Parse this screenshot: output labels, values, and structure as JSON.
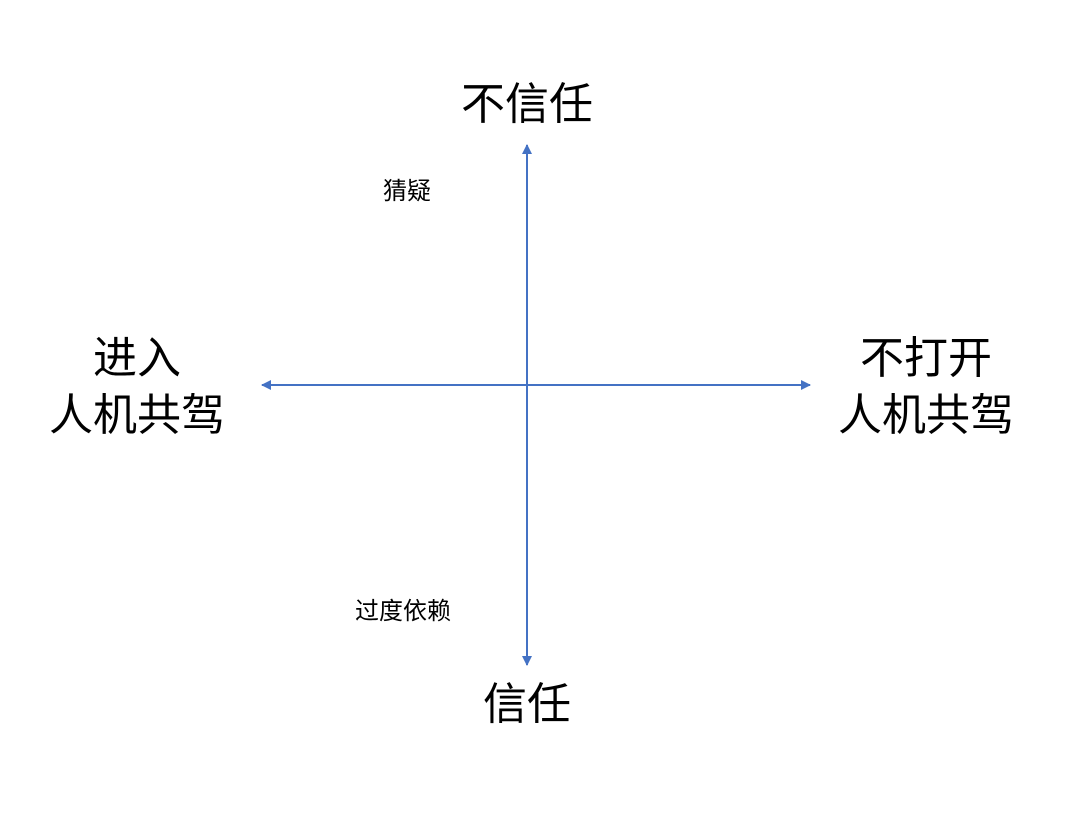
{
  "axis_color": "#4472C4",
  "labels": {
    "top": "不信任",
    "bottom": "信任",
    "left_line1": "进入",
    "left_line2": "人机共驾",
    "right_line1": "不打开",
    "right_line2": "人机共驾",
    "upper_quadrant": "猜疑",
    "lower_quadrant": "过度依赖"
  }
}
